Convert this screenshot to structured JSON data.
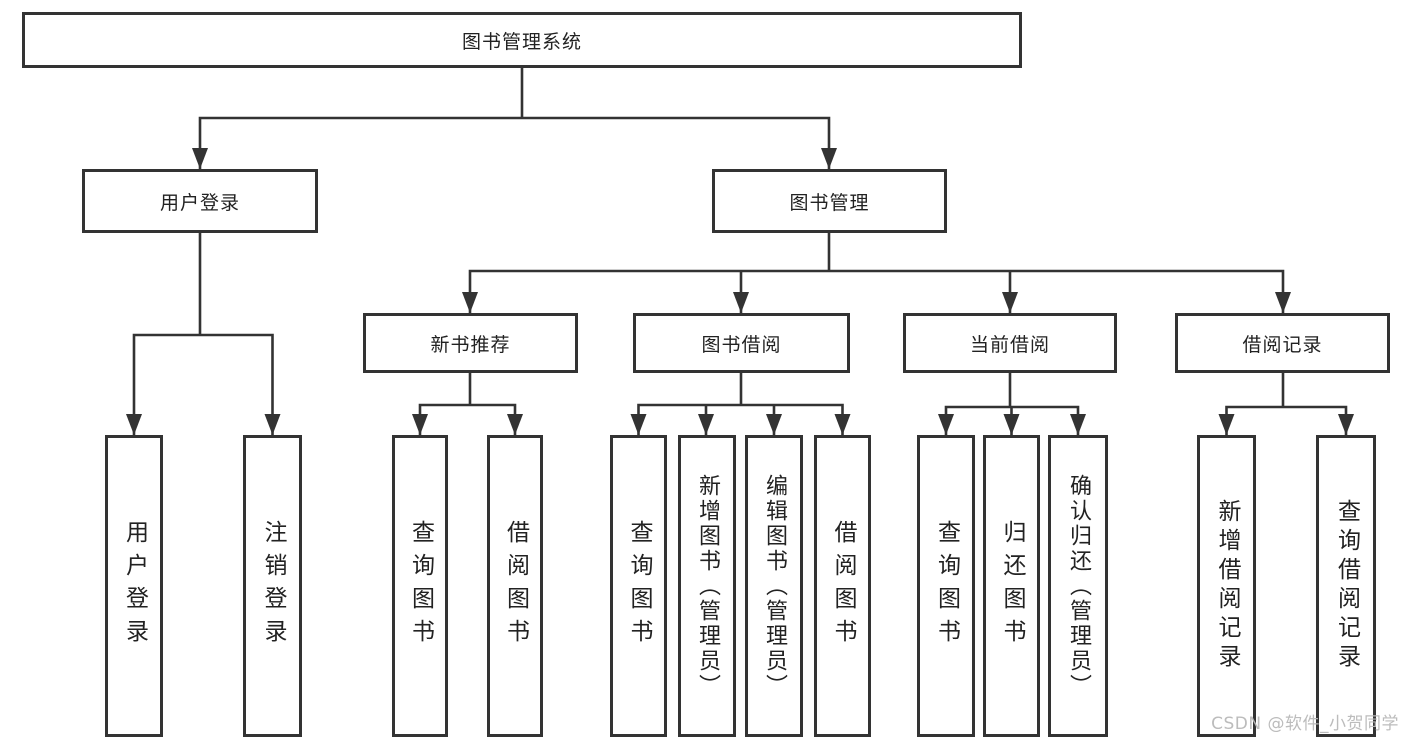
{
  "tree": {
    "root": {
      "label": "图书管理系统"
    },
    "children": [
      {
        "label": "用户登录",
        "children": [
          {
            "label": "用户登录"
          },
          {
            "label": "注销登录"
          }
        ]
      },
      {
        "label": "图书管理",
        "children": [
          {
            "label": "新书推荐",
            "children": [
              {
                "label": "查询图书"
              },
              {
                "label": "借阅图书"
              }
            ]
          },
          {
            "label": "图书借阅",
            "children": [
              {
                "label": "查询图书"
              },
              {
                "label": "新增图书（管理员）"
              },
              {
                "label": "编辑图书（管理员）"
              },
              {
                "label": "借阅图书"
              }
            ]
          },
          {
            "label": "当前借阅",
            "children": [
              {
                "label": "查询图书"
              },
              {
                "label": "归还图书"
              },
              {
                "label": "确认归还（管理员）"
              }
            ]
          },
          {
            "label": "借阅记录",
            "children": [
              {
                "label": "新增借阅记录"
              },
              {
                "label": "查询借阅记录"
              }
            ]
          }
        ]
      }
    ]
  },
  "watermark": "CSDN @软件_小贺同学",
  "colors": {
    "line": "#333333",
    "text": "#222222",
    "watermark": "#b8b8b8",
    "background": "#ffffff"
  }
}
